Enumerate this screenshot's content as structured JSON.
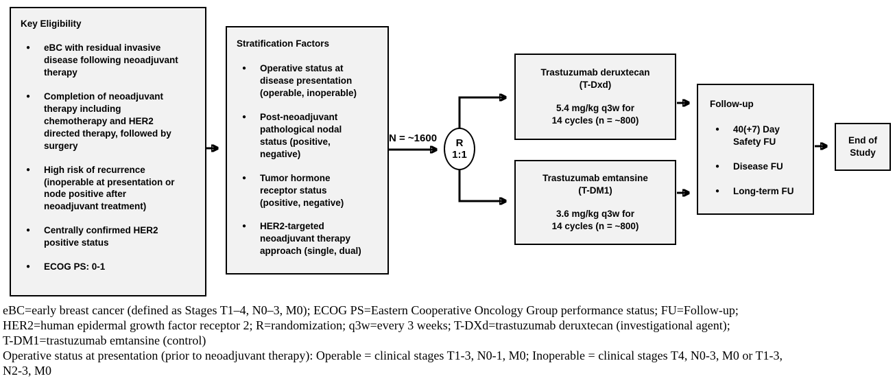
{
  "colors": {
    "background": "#ffffff",
    "box_fill": "#f2f2f2",
    "box_border": "#000000",
    "arrow": "#000000",
    "text": "#000000"
  },
  "key_eligibility": {
    "title": "Key Eligibility",
    "items": [
      "eBC with residual invasive\ndisease following neoadjuvant\ntherapy",
      "Completion of neoadjuvant\ntherapy including\nchemotherapy and HER2\ndirected therapy, followed by\nsurgery",
      "High risk of recurrence\n(inoperable at presentation or\nnode positive after\nneoadjuvant treatment)",
      "Centrally confirmed HER2\npositive status",
      "ECOG PS: 0-1"
    ]
  },
  "stratification": {
    "title": "Stratification Factors",
    "items": [
      "Operative status at\ndisease presentation\n(operable, inoperable)",
      "Post-neoadjuvant\npathological nodal\nstatus (positive,\nnegative)",
      "Tumor hormone\nreceptor status\n(positive, negative)",
      "HER2-targeted\nneoadjuvant therapy\napproach (single, dual)"
    ]
  },
  "randomization": {
    "n_label": "N = ~1600",
    "letter": "R",
    "ratio": "1:1"
  },
  "arm_top": {
    "name": "Trastuzumab deruxtecan\n(T-Dxd)",
    "dose": "5.4 mg/kg q3w for\n14 cycles (n = ~800)"
  },
  "arm_bottom": {
    "name": "Trastuzumab emtansine\n(T-DM1)",
    "dose": "3.6 mg/kg q3w for\n14 cycles (n = ~800)"
  },
  "follow_up": {
    "title": "Follow-up",
    "items": [
      "40(+7) Day\nSafety FU",
      "Disease FU",
      "Long-term FU"
    ]
  },
  "end_of_study": {
    "label": "End of\nStudy"
  },
  "footnotes": {
    "lines": [
      "eBC=early breast cancer (defined as Stages T1–4, N0–3, M0); ECOG PS=Eastern Cooperative Oncology Group performance status; FU=Follow-up;",
      "HER2=human epidermal growth factor receptor 2; R=randomization; q3w=every 3 weeks; T-DXd=trastuzumab deruxtecan (investigational agent);",
      "T-DM1=trastuzumab emtansine (control)",
      "Operative status at presentation (prior to neoadjuvant therapy): Operable = clinical stages T1-3, N0-1, M0; Inoperable = clinical stages T4, N0-3, M0 or T1-3,",
      "N2-3, M0"
    ]
  }
}
